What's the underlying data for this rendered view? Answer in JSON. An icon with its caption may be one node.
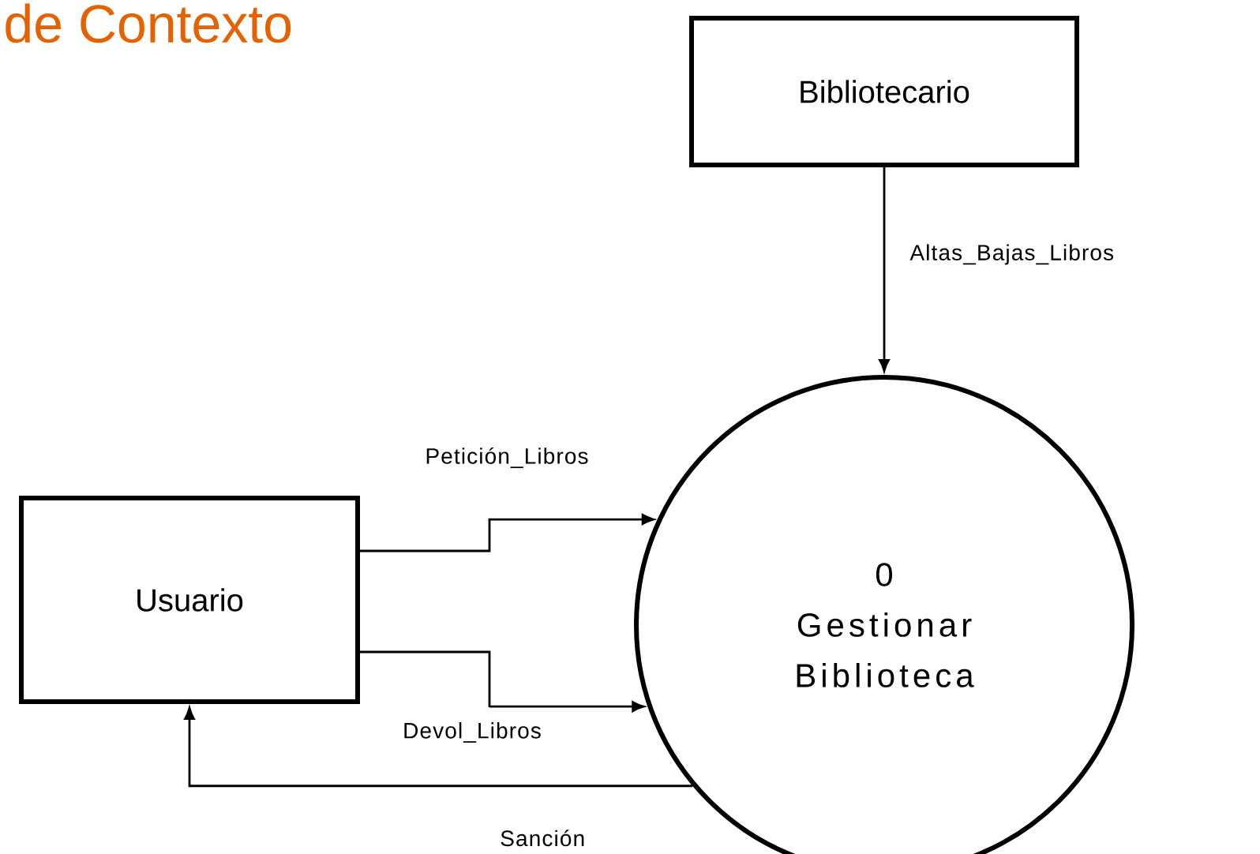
{
  "diagram": {
    "title": "de Contexto",
    "nodes": [
      {
        "text": [
          "Bibliotecario"
        ]
      },
      {
        "text": [
          "Usuario"
        ]
      },
      {
        "text": [
          "0",
          "Gestionar Biblioteca"
        ]
      }
    ],
    "edges": [
      {
        "from": 0,
        "to": 2,
        "arrow": "to",
        "label": "Altas_Bajas_Libros"
      },
      {
        "from": 1,
        "to": 2,
        "arrow": "to",
        "label": "Petición_Libros"
      },
      {
        "from": 1,
        "to": 2,
        "arrow": "to",
        "label": "Devol_Libros"
      },
      {
        "from": 2,
        "to": 1,
        "arrow": "to",
        "label": "Sanción"
      }
    ]
  }
}
